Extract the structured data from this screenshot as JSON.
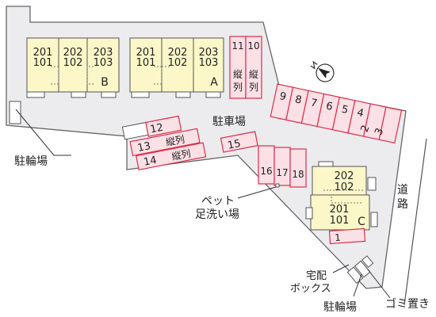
{
  "colors": {
    "lot": "#ececef",
    "lot_edge": "#666666",
    "building": "#fbf7c8",
    "parking": "#fbe0e6",
    "parking_edge": "#d9304a"
  },
  "building_b": {
    "units": [
      {
        "top": "201",
        "bottom": "101"
      },
      {
        "top": "202",
        "bottom": "102"
      },
      {
        "top": "203",
        "bottom": "103"
      }
    ],
    "name": "B"
  },
  "building_a": {
    "units": [
      {
        "top": "201",
        "bottom": "101"
      },
      {
        "top": "202",
        "bottom": "102"
      },
      {
        "top": "203",
        "bottom": "103"
      }
    ],
    "name": "A"
  },
  "building_c": {
    "upper_top": "202",
    "upper_bottom": "102",
    "lower_top": "201",
    "lower_bottom": "101",
    "name": "C"
  },
  "parking": {
    "vertical_pair": [
      "11",
      "10"
    ],
    "vertical_label": "縦",
    "vertical_label2": "列",
    "top_row": [
      "9",
      "8",
      "7",
      "6",
      "5",
      "4"
    ],
    "side_pair": [
      "2",
      "3"
    ],
    "left_group": {
      "s12": "12",
      "s13": "13",
      "s14": "14",
      "col": "縦列"
    },
    "s15": "15",
    "mid_row": [
      "16",
      "17",
      "18"
    ],
    "s1": "1"
  },
  "labels": {
    "parking_lot": "駐車場",
    "bike_left": "駐輪場",
    "pet_1": "ペット",
    "pet_2": "足洗い場",
    "road_1": "道",
    "road_2": "路",
    "delivery_1": "宅配",
    "delivery_2": "ボックス",
    "bike_bottom": "駐輪場",
    "garbage": "ゴミ置き"
  },
  "compass_icon": "north-arrow-icon"
}
